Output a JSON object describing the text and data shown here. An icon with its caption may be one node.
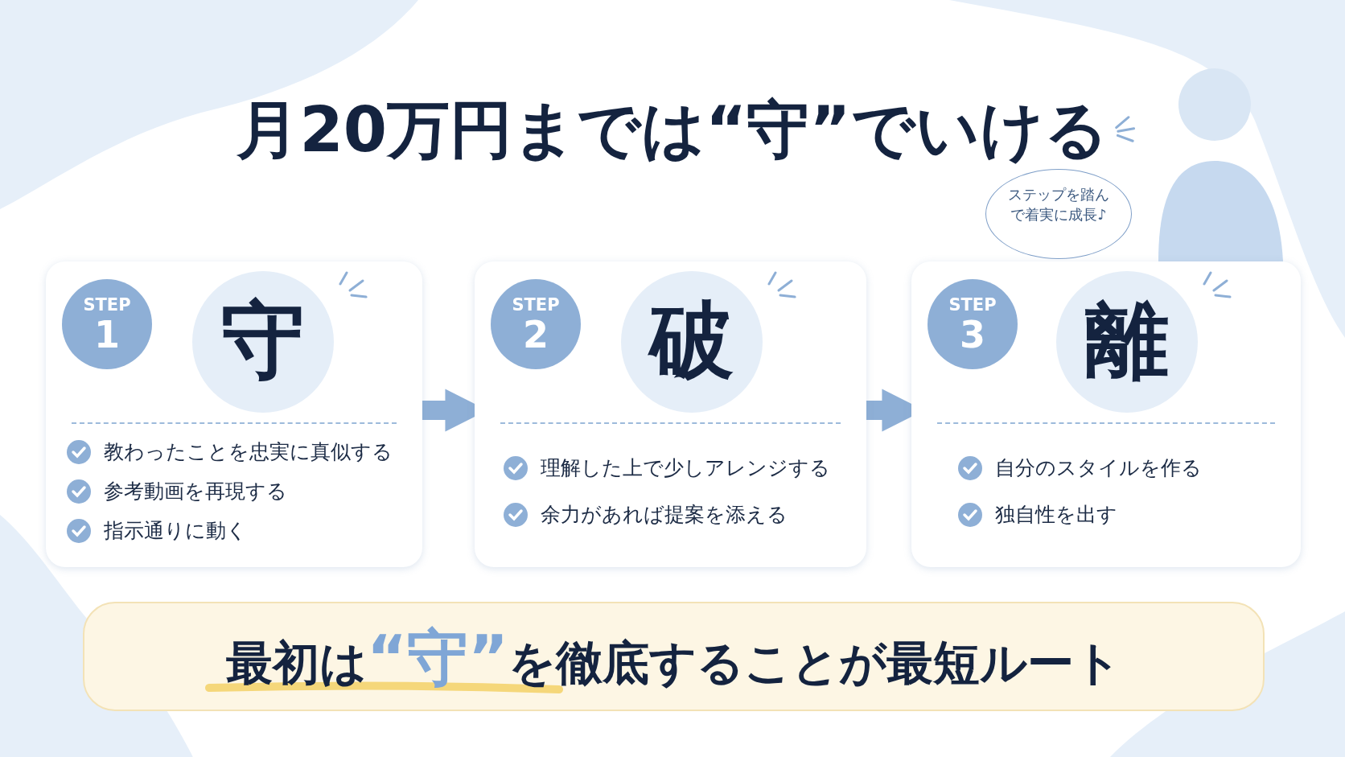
{
  "diagram": {
    "title": "月20万円までは“守”でいける",
    "nodes": [
      {
        "text": [
          "教わったことを忠実に真似する",
          "参考動画を再現する",
          "指示通りに動く"
        ]
      },
      {
        "text": [
          "STEP",
          "1"
        ],
        "in": 0
      },
      {
        "text": [
          "守"
        ],
        "in": 0
      },
      {
        "text": [
          "理解した上で少しアレンジする",
          "余力があれば提案を添える"
        ]
      },
      {
        "text": [
          "STEP",
          "2"
        ],
        "in": 3
      },
      {
        "text": [
          "破"
        ],
        "in": 3
      },
      {
        "text": [
          "自分のスタイルを作る",
          "独自性を出す"
        ]
      },
      {
        "text": [
          "STEP",
          "3"
        ],
        "in": 6
      },
      {
        "text": [
          "離"
        ],
        "in": 6
      },
      {
        "text": [
          "ステップを踏んで着実に成長♪"
        ]
      },
      {
        "text": [
          "最初は",
          "“守”",
          "を徹底することが最短ルート"
        ]
      }
    ],
    "edges": [
      {
        "from": 0,
        "to": 3,
        "arrow": "to"
      },
      {
        "from": 3,
        "to": 6,
        "arrow": "to"
      }
    ]
  }
}
